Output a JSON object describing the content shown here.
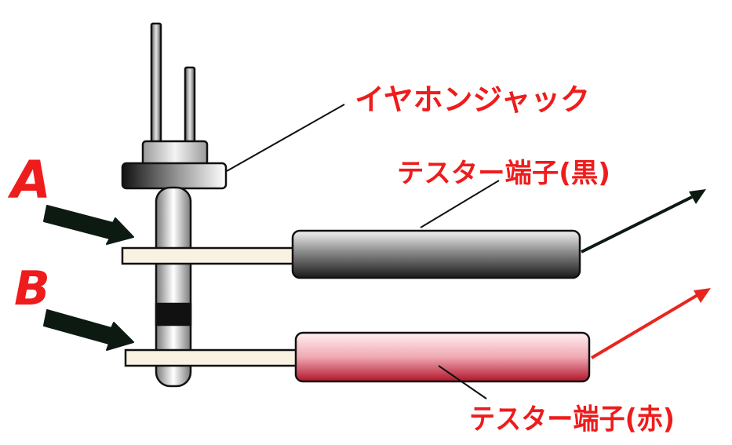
{
  "labels": {
    "earphone_jack": "イヤホンジャック",
    "tester_black": "テスター端子(黒)",
    "tester_red": "テスター端子(赤)",
    "point_a": "A",
    "point_b": "B"
  },
  "colors": {
    "label_red": "#ee1c1c",
    "arrow_black": "#0d1a12",
    "probe_black": "#2b2b2b",
    "probe_red": "#c81e2d",
    "lead_red": "#e8261e"
  }
}
